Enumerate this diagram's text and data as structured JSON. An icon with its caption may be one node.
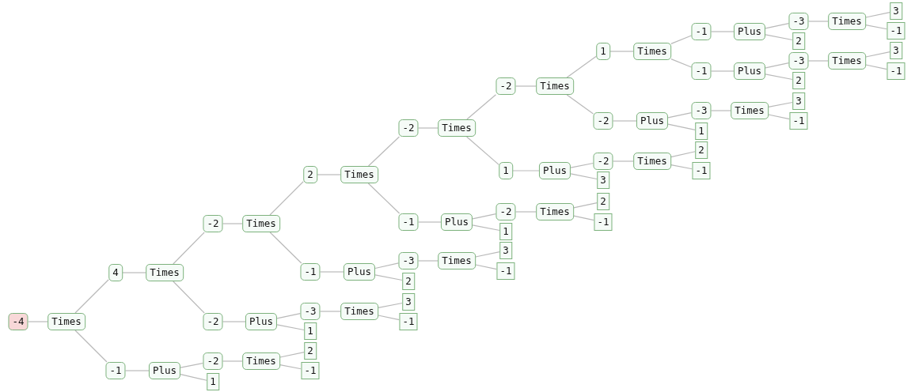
{
  "diagram": {
    "nodes": [
      {
        "text": [
          "-4"
        ]
      },
      {
        "text": [
          "Times"
        ]
      },
      {
        "text": [
          "4"
        ]
      },
      {
        "text": [
          "Times"
        ]
      },
      {
        "text": [
          "-2"
        ]
      },
      {
        "text": [
          "Times"
        ]
      },
      {
        "text": [
          "2"
        ]
      },
      {
        "text": [
          "Times"
        ]
      },
      {
        "text": [
          "-2"
        ]
      },
      {
        "text": [
          "Times"
        ]
      },
      {
        "text": [
          "-2"
        ]
      },
      {
        "text": [
          "Times"
        ]
      },
      {
        "text": [
          "1"
        ]
      },
      {
        "text": [
          "Times"
        ]
      },
      {
        "text": [
          "-1"
        ]
      },
      {
        "text": [
          "Plus"
        ]
      },
      {
        "text": [
          "-3"
        ]
      },
      {
        "text": [
          "Times"
        ]
      },
      {
        "text": [
          "3"
        ]
      },
      {
        "text": [
          "-1"
        ]
      },
      {
        "text": [
          "2"
        ]
      },
      {
        "text": [
          "-1"
        ]
      },
      {
        "text": [
          "Plus"
        ]
      },
      {
        "text": [
          "-3"
        ]
      },
      {
        "text": [
          "Times"
        ]
      },
      {
        "text": [
          "3"
        ]
      },
      {
        "text": [
          "-1"
        ]
      },
      {
        "text": [
          "2"
        ]
      },
      {
        "text": [
          "-2"
        ]
      },
      {
        "text": [
          "Plus"
        ]
      },
      {
        "text": [
          "-3"
        ]
      },
      {
        "text": [
          "Times"
        ]
      },
      {
        "text": [
          "3"
        ]
      },
      {
        "text": [
          "-1"
        ]
      },
      {
        "text": [
          "1"
        ]
      },
      {
        "text": [
          "1"
        ]
      },
      {
        "text": [
          "Plus"
        ]
      },
      {
        "text": [
          "-2"
        ]
      },
      {
        "text": [
          "Times"
        ]
      },
      {
        "text": [
          "2"
        ]
      },
      {
        "text": [
          "-1"
        ]
      },
      {
        "text": [
          "3"
        ]
      },
      {
        "text": [
          "-1"
        ]
      },
      {
        "text": [
          "Plus"
        ]
      },
      {
        "text": [
          "-2"
        ]
      },
      {
        "text": [
          "Times"
        ]
      },
      {
        "text": [
          "2"
        ]
      },
      {
        "text": [
          "-1"
        ]
      },
      {
        "text": [
          "1"
        ]
      },
      {
        "text": [
          "-1"
        ]
      },
      {
        "text": [
          "Plus"
        ]
      },
      {
        "text": [
          "-3"
        ]
      },
      {
        "text": [
          "Times"
        ]
      },
      {
        "text": [
          "3"
        ]
      },
      {
        "text": [
          "-1"
        ]
      },
      {
        "text": [
          "2"
        ]
      },
      {
        "text": [
          "-2"
        ]
      },
      {
        "text": [
          "Plus"
        ]
      },
      {
        "text": [
          "-3"
        ]
      },
      {
        "text": [
          "Times"
        ]
      },
      {
        "text": [
          "3"
        ]
      },
      {
        "text": [
          "-1"
        ]
      },
      {
        "text": [
          "1"
        ]
      },
      {
        "text": [
          "-1"
        ]
      },
      {
        "text": [
          "Plus"
        ]
      },
      {
        "text": [
          "-2"
        ]
      },
      {
        "text": [
          "Times"
        ]
      },
      {
        "text": [
          "2"
        ]
      },
      {
        "text": [
          "-1"
        ]
      },
      {
        "text": [
          "1"
        ]
      }
    ],
    "edges": [
      {
        "from": 0,
        "to": 1,
        "arrow": "none"
      },
      {
        "from": 1,
        "to": 2,
        "arrow": "none"
      },
      {
        "from": 1,
        "to": 63,
        "arrow": "none"
      },
      {
        "from": 2,
        "to": 3,
        "arrow": "none"
      },
      {
        "from": 3,
        "to": 4,
        "arrow": "none"
      },
      {
        "from": 3,
        "to": 56,
        "arrow": "none"
      },
      {
        "from": 4,
        "to": 5,
        "arrow": "none"
      },
      {
        "from": 5,
        "to": 6,
        "arrow": "none"
      },
      {
        "from": 5,
        "to": 49,
        "arrow": "none"
      },
      {
        "from": 6,
        "to": 7,
        "arrow": "none"
      },
      {
        "from": 7,
        "to": 8,
        "arrow": "none"
      },
      {
        "from": 7,
        "to": 42,
        "arrow": "none"
      },
      {
        "from": 8,
        "to": 9,
        "arrow": "none"
      },
      {
        "from": 9,
        "to": 10,
        "arrow": "none"
      },
      {
        "from": 9,
        "to": 35,
        "arrow": "none"
      },
      {
        "from": 10,
        "to": 11,
        "arrow": "none"
      },
      {
        "from": 11,
        "to": 12,
        "arrow": "none"
      },
      {
        "from": 11,
        "to": 28,
        "arrow": "none"
      },
      {
        "from": 12,
        "to": 13,
        "arrow": "none"
      },
      {
        "from": 13,
        "to": 14,
        "arrow": "none"
      },
      {
        "from": 13,
        "to": 21,
        "arrow": "none"
      },
      {
        "from": 14,
        "to": 15,
        "arrow": "none"
      },
      {
        "from": 15,
        "to": 16,
        "arrow": "none"
      },
      {
        "from": 15,
        "to": 20,
        "arrow": "none"
      },
      {
        "from": 16,
        "to": 17,
        "arrow": "none"
      },
      {
        "from": 17,
        "to": 18,
        "arrow": "none"
      },
      {
        "from": 17,
        "to": 19,
        "arrow": "none"
      },
      {
        "from": 21,
        "to": 22,
        "arrow": "none"
      },
      {
        "from": 22,
        "to": 23,
        "arrow": "none"
      },
      {
        "from": 22,
        "to": 27,
        "arrow": "none"
      },
      {
        "from": 23,
        "to": 24,
        "arrow": "none"
      },
      {
        "from": 24,
        "to": 25,
        "arrow": "none"
      },
      {
        "from": 24,
        "to": 26,
        "arrow": "none"
      },
      {
        "from": 28,
        "to": 29,
        "arrow": "none"
      },
      {
        "from": 29,
        "to": 30,
        "arrow": "none"
      },
      {
        "from": 29,
        "to": 34,
        "arrow": "none"
      },
      {
        "from": 30,
        "to": 31,
        "arrow": "none"
      },
      {
        "from": 31,
        "to": 32,
        "arrow": "none"
      },
      {
        "from": 31,
        "to": 33,
        "arrow": "none"
      },
      {
        "from": 35,
        "to": 36,
        "arrow": "none"
      },
      {
        "from": 36,
        "to": 37,
        "arrow": "none"
      },
      {
        "from": 36,
        "to": 41,
        "arrow": "none"
      },
      {
        "from": 37,
        "to": 38,
        "arrow": "none"
      },
      {
        "from": 38,
        "to": 39,
        "arrow": "none"
      },
      {
        "from": 38,
        "to": 40,
        "arrow": "none"
      },
      {
        "from": 42,
        "to": 43,
        "arrow": "none"
      },
      {
        "from": 43,
        "to": 44,
        "arrow": "none"
      },
      {
        "from": 43,
        "to": 48,
        "arrow": "none"
      },
      {
        "from": 44,
        "to": 45,
        "arrow": "none"
      },
      {
        "from": 45,
        "to": 46,
        "arrow": "none"
      },
      {
        "from": 45,
        "to": 47,
        "arrow": "none"
      },
      {
        "from": 49,
        "to": 50,
        "arrow": "none"
      },
      {
        "from": 50,
        "to": 51,
        "arrow": "none"
      },
      {
        "from": 50,
        "to": 55,
        "arrow": "none"
      },
      {
        "from": 51,
        "to": 52,
        "arrow": "none"
      },
      {
        "from": 52,
        "to": 53,
        "arrow": "none"
      },
      {
        "from": 52,
        "to": 54,
        "arrow": "none"
      },
      {
        "from": 56,
        "to": 57,
        "arrow": "none"
      },
      {
        "from": 57,
        "to": 58,
        "arrow": "none"
      },
      {
        "from": 57,
        "to": 62,
        "arrow": "none"
      },
      {
        "from": 58,
        "to": 59,
        "arrow": "none"
      },
      {
        "from": 59,
        "to": 60,
        "arrow": "none"
      },
      {
        "from": 59,
        "to": 61,
        "arrow": "none"
      },
      {
        "from": 63,
        "to": 64,
        "arrow": "none"
      },
      {
        "from": 64,
        "to": 65,
        "arrow": "none"
      },
      {
        "from": 64,
        "to": 69,
        "arrow": "none"
      },
      {
        "from": 65,
        "to": 66,
        "arrow": "none"
      },
      {
        "from": 66,
        "to": 67,
        "arrow": "none"
      },
      {
        "from": 66,
        "to": 68,
        "arrow": "none"
      }
    ]
  }
}
